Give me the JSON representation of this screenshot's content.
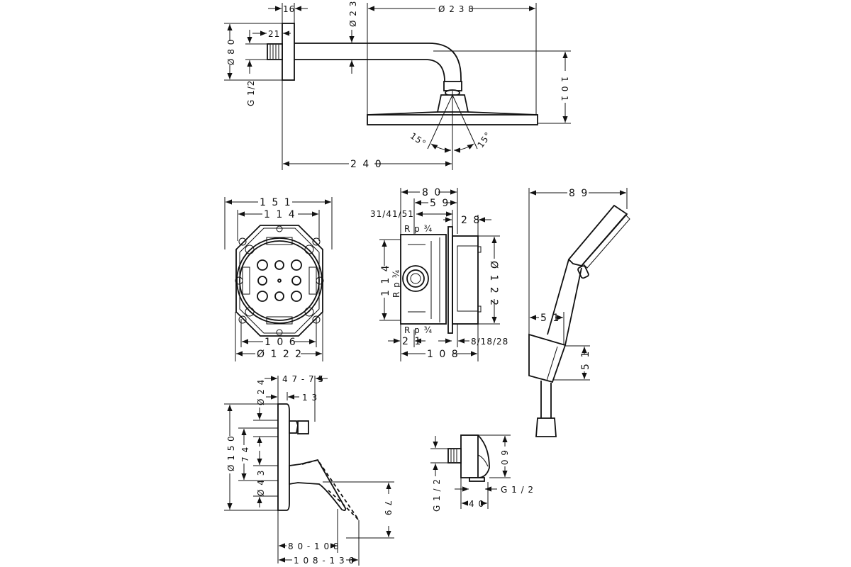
{
  "drawing": {
    "title": "Shower set technical drawing",
    "units": "mm",
    "colors": {
      "line": "#111111",
      "background": "#ffffff"
    },
    "views": {
      "overhead_shower": {
        "labels": {
          "flange_thickness": "16",
          "thread_depth": "21",
          "flange_diameter": "Ø 8 0",
          "thread": "G 1/2",
          "arm_diameter": "Ø 2 3",
          "head_diameter": "Ø 2 3 8",
          "head_height": "1 0 1",
          "angle_left": "15°",
          "angle_right": "15°",
          "projection": "2 4 0"
        }
      },
      "mounting_box_front": {
        "labels": {
          "outer_width": "1 5 1",
          "inner_width": "1 1 4",
          "bottom_width": "1 0 6",
          "diameter": "Ø  1 2 2"
        }
      },
      "mounting_box_side": {
        "labels": {
          "depth_80": "8 0",
          "depth_59": "5 9",
          "variants": "31/41/51",
          "cover_28": "2 8",
          "rp_top": "R p ¾",
          "rp_mid": "R p ¾",
          "rp_bottom": "R p ¾",
          "height_114": "1 1 4",
          "diameter_122": "Ø  1 2 2",
          "offset_21": "2 1",
          "variants_bottom": "8/18/28",
          "total_108": "1 0 8"
        }
      },
      "hand_shower": {
        "labels": {
          "width": "8 9",
          "holder_depth": "5 1",
          "holder_height": "5 1"
        }
      },
      "mixer": {
        "labels": {
          "depth_range": "4 7 - 7 5",
          "diameter_24": "Ø 2 4",
          "offset_13": "1 3",
          "diameter_150": "Ø 1 5 0",
          "spacing_74": "7 4",
          "diameter_43": "Ø 4 3",
          "lever_79": "7 9",
          "reach_1": "8 0 - 1 0 8",
          "reach_2": "1 0 8 - 1 3 6"
        }
      },
      "wall_outlet": {
        "labels": {
          "height_60": "6 0",
          "thread_in": "G  1 / 2",
          "thread_out": "G  1 / 2",
          "width_40": "4 0"
        }
      }
    }
  }
}
